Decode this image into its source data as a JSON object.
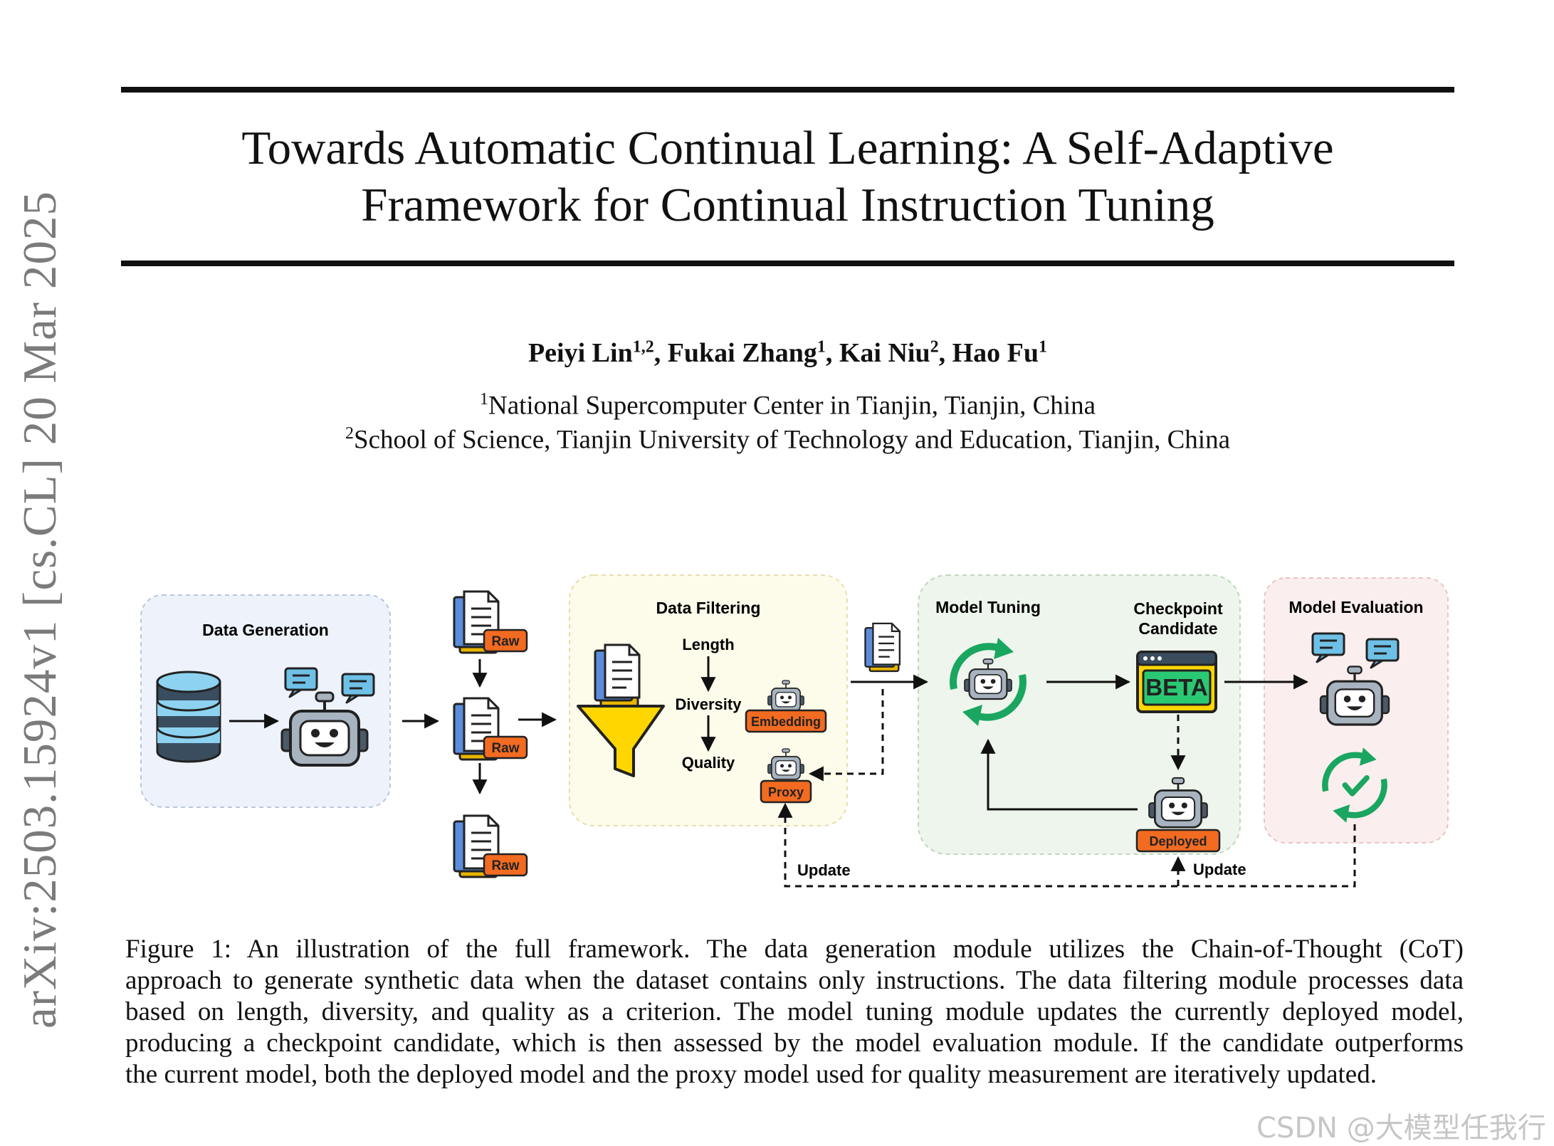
{
  "sidebar": {
    "arxiv_id": "arXiv:2503.15924v1  [cs.CL]  20 Mar 2025"
  },
  "paper": {
    "title_line1": "Towards Automatic Continual Learning: A Self-Adaptive",
    "title_line2": "Framework for Continual Instruction Tuning",
    "authors": [
      {
        "name": "Peiyi Lin",
        "sup": "1,2"
      },
      {
        "name": "Fukai Zhang",
        "sup": "1"
      },
      {
        "name": "Kai Niu",
        "sup": "2"
      },
      {
        "name": "Hao Fu",
        "sup": "1"
      }
    ],
    "author_sep": ", ",
    "affiliations": [
      {
        "sup": "1",
        "text": "National Supercomputer Center in Tianjin, Tianjin, China"
      },
      {
        "sup": "2",
        "text": "School of Science, Tianjin University of Technology and Education, Tianjin, China"
      }
    ]
  },
  "figure": {
    "data_generation": "Data Generation",
    "raw_label": "Raw",
    "data_filtering": "Data Filtering",
    "length": "Length",
    "diversity": "Diversity",
    "quality": "Quality",
    "embedding": "Embedding",
    "proxy": "Proxy",
    "model_tuning": "Model Tuning",
    "checkpoint_line1": "Checkpoint",
    "checkpoint_line2": "Candidate",
    "beta": "BETA",
    "deployed": "Deployed",
    "model_evaluation": "Model Evaluation",
    "update_left": "Update",
    "update_right": "Update",
    "colors": {
      "gen_bg": "#eef3fb",
      "filter_bg": "#fdfbea",
      "tuning_bg": "#eef5ec",
      "eval_bg": "#fbeeee",
      "tag_orange": "#f26b21",
      "funnel_yellow": "#ffd600",
      "cycle_green": "#1aa660",
      "db_blue": "#8dd2f0",
      "db_dark": "#3a4d5f"
    }
  },
  "caption": {
    "lines": [
      "Figure 1: An illustration of the full framework. The data generation module utilizes the Chain-of-Thought (CoT)",
      "approach to generate synthetic data when the dataset contains only instructions. The data filtering module processes data",
      "based on length, diversity, and quality as a criterion. The model tuning module updates the currently deployed model,",
      "producing a checkpoint candidate, which is then assessed by the model evaluation module. If the candidate outperforms",
      "the current model, both the deployed model and the proxy model used for quality measurement are iteratively updated."
    ]
  },
  "watermark": "CSDN @大模型任我行"
}
